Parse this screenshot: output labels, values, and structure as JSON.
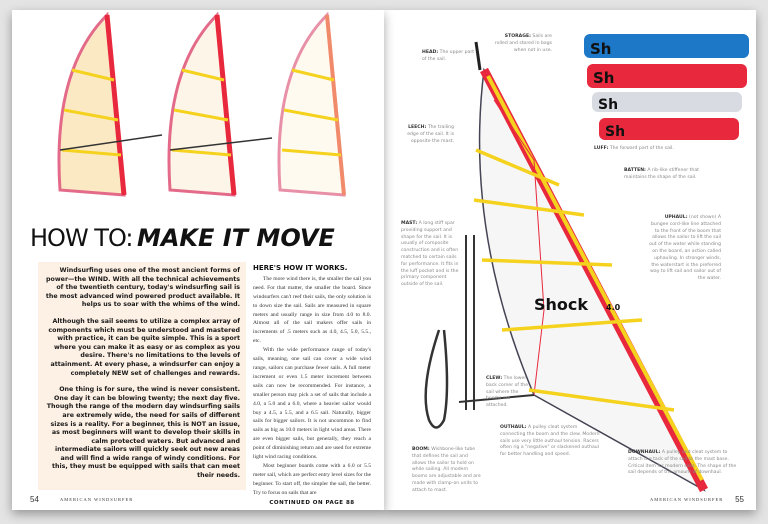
{
  "left_page": {
    "title_light": "HOW TO:",
    "title_bold": "MAKE IT MOVE",
    "intro": [
      "Windsurfing uses one of the most ancient forms of power—the WIND. With all the technical achievements of the twentieth century, today's windsurfing sail is the most advanced wind powered product available. It helps us to soar with the whims of the wind.",
      "Although the sail seems to utilize a complex array of components which must be understood and mastered with practice, it can be quite simple. This is a sport where you can make it as easy or as complex as you desire. There's no limitations to the levels of attainment. At every phase, a windsurfer can enjoy a completely NEW set of challenges and rewards.",
      "One thing is for sure, the wind is never consistent. One day it can be blowing twenty; the next day five. Though the range of the modern day windsurfing sails are extremely wide, the need for sails of different sizes is a reality. For a beginner, this is NOT an issue, as most beginners will want to develop their skills in calm protected waters. But advanced and intermediate sailors will quickly seek out new areas and will find a wide range of windy conditions. For this, they must be equipped with sails that can meet their needs."
    ],
    "column_heading": "HERE'S HOW IT WORKS.",
    "column": [
      "The more wind there is, the smaller the sail you need. For that matter, the smaller the board. Since windsurfers can't reef their sails, the only solution is to down size the sail. Sails are measured in square meters and usually range in size from 4.0 to 8.0. Almost all of the sail makers offer sails in increments of .5 meters such as 4.0, 4.5, 5.0, 5.5., etc.",
      "With the wide performance range of today's sails, meaning, one sail can cover a wide wind range, sailors can purchase fewer sails. A full meter increment or even 1.5 meter increment between sails can now be recommended. For instance, a smaller person may pick a set of sails that include a 4.0, a 5.0 and a 6.0, where a heavier sailor would buy a 4.5, a 5.5, and a 6.5 sail. Naturally, bigger sails for bigger sailors. It is not uncommon to find sails as big as 10.0 meters in light wind areas. There are even bigger sails, but generally, they reach a point of diminishing return and are used for extreme light wind racing conditions.",
      "Most beginner boards come with a 6.0 or 5.5 meter sail, which are perfect entry level sizes for the beginner. To start off, the simpler the sail, the better. Try to focus on sails that are"
    ],
    "continued": "CONTINUED ON PAGE 88",
    "page_number": "54",
    "magazine": "AMERICAN WINDSURFER"
  },
  "right_page": {
    "labels": {
      "head": {
        "term": "HEAD:",
        "text": "The upper part of the sail."
      },
      "storage": {
        "term": "STORAGE:",
        "text": "Sails are rolled and stored in bags when not in use."
      },
      "leech": {
        "term": "LEECH:",
        "text": "The trailing edge of the sail. It is opposite the mast."
      },
      "mast": {
        "term": "MAST:",
        "text": "A long stiff spar providing support and shape for the sail. It is usually of composite construction and is often matched to certain sails for performance. It fits in the luff pocket and is the primary component outside of the sail."
      },
      "luff": {
        "term": "LUFF:",
        "text": "The forward part of the sail."
      },
      "batten": {
        "term": "BATTEN:",
        "text": "A rib-like stiffener that maintains the shape of the sail."
      },
      "uphaul": {
        "term": "UPHAUL:",
        "text": "(not shown) A bungee cord-like line attached to the front of the boom that allows the sailor to lift the sail out of the water while standing on the board, an action called uphauling. In stronger winds, the waterstart is the preferred way to lift sail and sailor out of the water."
      },
      "clew": {
        "term": "CLEW:",
        "text": "The lower back corner of the sail where the booms are attached."
      },
      "outhaul": {
        "term": "OUTHAUL:",
        "text": "A pulley cleat system connecting the boom and the clew. Modern sails use very little outhaul tension. Racers often rig a \"negative\" or slackened outhaul for better handling and speed."
      },
      "boom": {
        "term": "BOOM:",
        "text": "Wishbone-like tube that defines the sail and allows the sailor to hold on while sailing. All modern booms are adjustable and are made with clamp-on units to attach to mast."
      },
      "downhaul": {
        "term": "DOWNHAUL:",
        "text": "A pulley and cleat system to attach the tack of the sail to the mast base. Critical item for modern sails. The shape of the sail depends of the amount of downhaul."
      }
    },
    "sail_logo": "Shock",
    "sail_size": "4.0",
    "page_number": "55",
    "magazine": "AMERICAN WINDSURFER"
  },
  "colors": {
    "sail_red": "#e8283c",
    "sail_yellow": "#f5d21e",
    "bag_blue": "#1e78c8",
    "bag_silver": "#d8dce2",
    "intro_bg": "#fdf0e4"
  }
}
